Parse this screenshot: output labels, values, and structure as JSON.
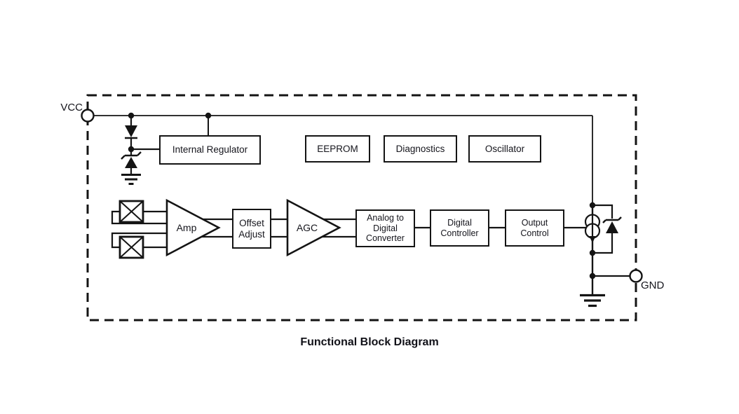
{
  "diagram": {
    "title": "Functional Block Diagram",
    "terminals": {
      "vcc": "VCC",
      "gnd": "GND"
    },
    "blocks": {
      "internal_regulator": {
        "label": "Internal Regulator"
      },
      "eeprom": {
        "label": "EEPROM"
      },
      "diagnostics": {
        "label": "Diagnostics"
      },
      "oscillator": {
        "label": "Oscillator"
      },
      "amp": {
        "label": "Amp"
      },
      "offset_adjust": {
        "line1": "Offset",
        "line2": "Adjust"
      },
      "agc": {
        "label": "AGC"
      },
      "adc": {
        "line1": "Analog to",
        "line2": "Digital",
        "line3": "Converter"
      },
      "digital_controller": {
        "line1": "Digital",
        "line2": "Controller"
      },
      "output_control": {
        "line1": "Output",
        "line2": "Control"
      }
    },
    "symbols": {
      "vcc_terminal": "open-circle-terminal",
      "gnd_terminal": "open-circle-terminal",
      "reverse_protection_diode": "diode-pointing-down",
      "supply_clamp": "zener-diode-to-ground",
      "sensing_elements": "two-crossed-square-hall-elements",
      "amp_stage": "triangle-amplifier",
      "agc_stage": "triangle-amplifier",
      "output_stage": "current-source-arrow-down",
      "output_clamp": "zener-diode",
      "die_boundary": "dashed-rectangle"
    },
    "colors": {
      "line": "#141414",
      "text": "#15151c",
      "background": "#ffffff"
    }
  }
}
